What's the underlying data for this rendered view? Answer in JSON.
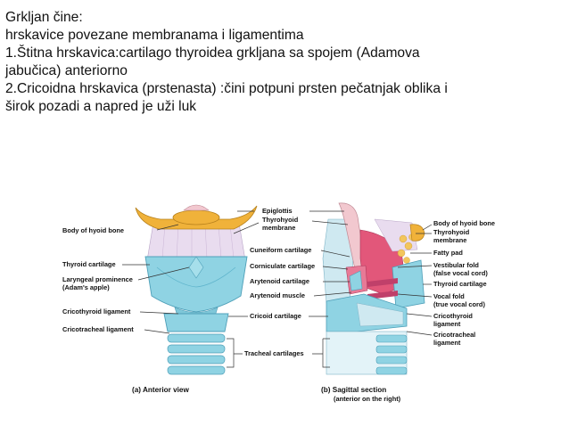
{
  "text": {
    "line1": "Grkljan čine:",
    "line2": " hrskavice povezane membranama i ligamentima",
    "line3": "1.Štitna hrskavica:cartilago thyroidea grkljana sa spojem (Adamova",
    "line4": "jabučica) anteriorno",
    "line5": "2.Cricoidna hrskavica (prstenasta) :čini potpuni prsten  pečatnjak oblika i",
    "line6": "širok pozadi a napred je uži luk"
  },
  "figure": {
    "left_labels": {
      "hyoid": "Body of hyoid bone",
      "thyroid": "Thyroid cartilage",
      "prominence": "Laryngeal prominence",
      "prominence_sub": "(Adam's apple)",
      "cricothyroid": "Cricothyroid ligament",
      "cricotracheal": "Cricotracheal ligament"
    },
    "center_labels": {
      "epiglottis": "Epiglottis",
      "thyrohyoid": "Thyrohyoid",
      "thyrohyoid_sub": "membrane",
      "cuneiform": "Cuneiform cartilage",
      "corniculate": "Corniculate cartilage",
      "arytenoid": "Arytenoid cartilage",
      "arytenoid_muscle": "Arytenoid muscle",
      "cricoid": "Cricoid cartilage",
      "tracheal": "Tracheal cartilages"
    },
    "right_labels": {
      "hyoid": "Body of hyoid bone",
      "thyrohyoid": "Thyrohyoid",
      "thyrohyoid_sub": "membrane",
      "fatty": "Fatty pad",
      "vestibular": "Vestibular fold",
      "vestibular_sub": "(false vocal cord)",
      "thyroid": "Thyroid cartilage",
      "vocal": "Vocal fold",
      "vocal_sub": "(true vocal cord)",
      "cricothyroid": "Cricothyroid",
      "cricothyroid_sub": "ligament",
      "cricotracheal": "Cricotracheal",
      "cricotracheal_sub": "ligament"
    },
    "captions": {
      "anterior": "(a) Anterior view",
      "sagittal": "(b) Sagittal section",
      "sagittal_sub": "(anterior on the right)"
    },
    "colors": {
      "cartilage": "#8fd3e3",
      "cartilage_dark": "#5fb4cc",
      "hyoid": "#f0b23a",
      "membrane": "#e9dcef",
      "epiglottis": "#f2c8cf",
      "muscle": "#e2577a",
      "fat": "#f3c65c"
    }
  }
}
